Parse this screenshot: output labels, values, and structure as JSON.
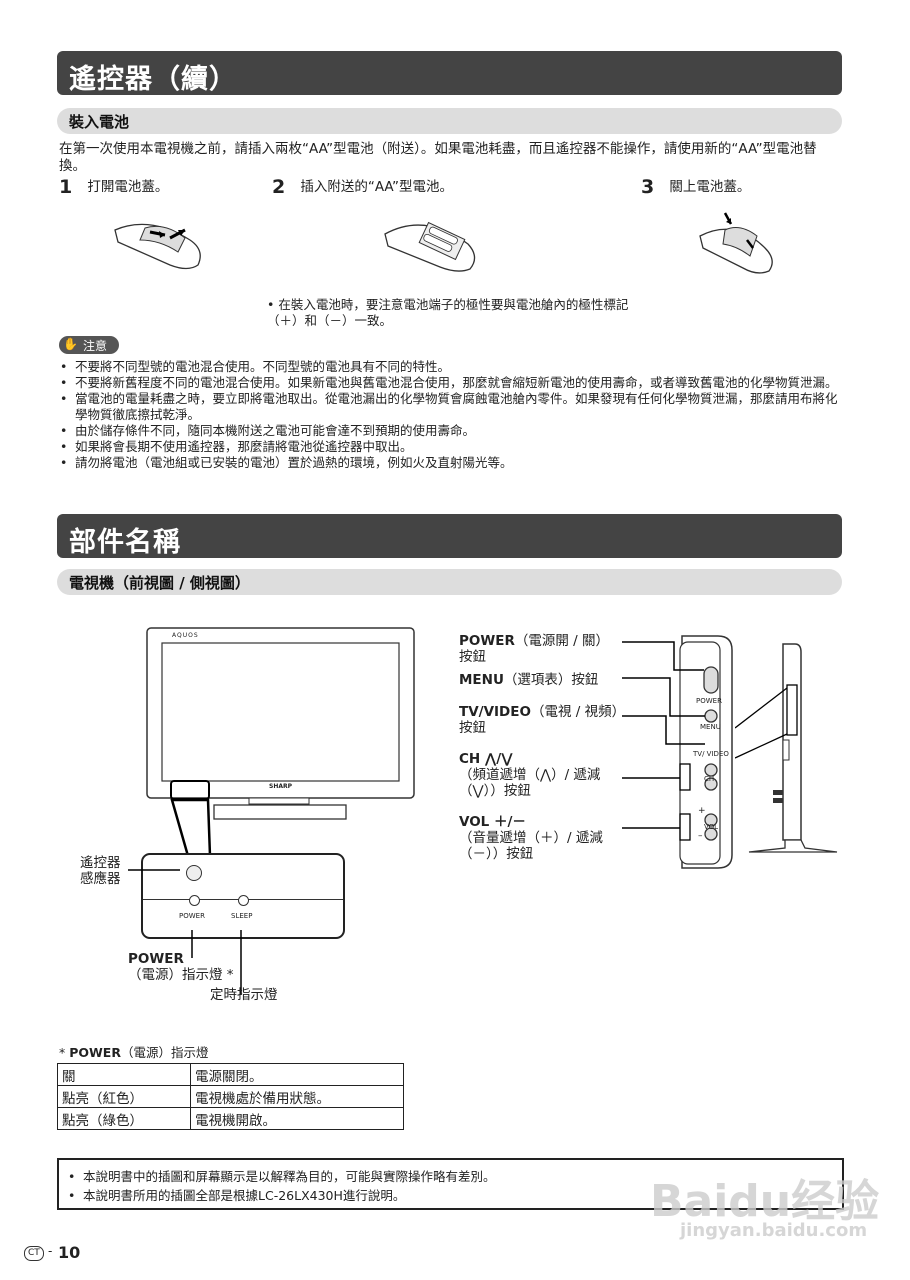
{
  "section1": {
    "title": "遙控器（續）",
    "subtitle": "裝入電池",
    "intro": "在第一次使用本電視機之前，請插入兩枚“AA”型電池（附送）。如果電池耗盡，而且遙控器不能操作，請使用新的“AA”型電池替換。",
    "steps": [
      {
        "num": "1",
        "text": "打開電池蓋。"
      },
      {
        "num": "2",
        "text": "插入附送的“AA”型電池。"
      },
      {
        "num": "3",
        "text": "關上電池蓋。"
      }
    ],
    "polarity_note": "在裝入電池時，要注意電池端子的極性要與電池艙內的極性標記（＋）和（－）一致。",
    "caution_label": "注意",
    "cautions": [
      "不要將不同型號的電池混合使用。不同型號的電池具有不同的特性。",
      "不要將新舊程度不同的電池混合使用。如果新電池與舊電池混合使用，那麼就會縮短新電池的使用壽命，或者導致舊電池的化學物質泄漏。",
      "當電池的電量耗盡之時，要立即將電池取出。從電池漏出的化學物質會腐蝕電池艙內零件。如果發現有任何化學物質泄漏，那麼請用布將化學物質徹底擦拭乾淨。",
      "由於儲存條件不同，隨同本機附送之電池可能會達不到預期的使用壽命。",
      "如果將會長期不使用遙控器，那麼請將電池從遙控器中取出。",
      "請勿將電池（電池組或已安裝的電池）置於過熱的環境，例如火及直射陽光等。"
    ]
  },
  "section2": {
    "title": "部件名稱",
    "subtitle": "電視機（前視圖 / 側視圖）",
    "tv_brand_top": "AQUOS",
    "tv_brand_bottom": "SHARP",
    "sensor_label_1": "遙控器",
    "sensor_label_2": "感應器",
    "panel_power": "POWER",
    "panel_sleep": "SLEEP",
    "power_led_en": "POWER",
    "power_led_cn": "（電源）指示燈 *",
    "sleep_led_cn": "定時指示燈",
    "side_labels": {
      "power_en": "POWER",
      "power_cn": "（電源開 / 關）",
      "power_cn2": "按鈕",
      "menu_en": "MENU",
      "menu_cn": "（選項表）按鈕",
      "tvvideo_en": "TV/VIDEO",
      "tvvideo_cn": "（電視 / 視頻）",
      "tvvideo_cn2": "按鈕",
      "ch_en": "CH ⋀/⋁",
      "ch_cn1": "（頻道遞增（⋀）/ 遞減",
      "ch_cn2": "（⋁））按鈕",
      "vol_en": "VOL ＋/－",
      "vol_cn1": "（音量遞增（＋）/ 遞減",
      "vol_cn2": "（－））按鈕"
    },
    "side_button_texts": {
      "power": "POWER",
      "menu": "MENU",
      "tvvideo": "TV/ VIDEO",
      "ch": "CH",
      "vol": "VOL",
      "plus": "+",
      "minus": "–"
    },
    "table_caption_star": "* ",
    "table_caption_en": "POWER",
    "table_caption_cn": "（電源）指示燈",
    "table_rows": [
      {
        "state": "關",
        "desc": "電源關閉。"
      },
      {
        "state": "點亮（紅色）",
        "desc": "電視機處於備用狀態。"
      },
      {
        "state": "點亮（綠色）",
        "desc": "電視機開啟。"
      }
    ],
    "notes": [
      "本說明書中的插圖和屏幕顯示是以解釋為目的，可能與實際操作略有差別。",
      "本說明書所用的插圖全部是根據LC-26LX430H進行說明。"
    ]
  },
  "footer": {
    "lang": "CT",
    "page": "10"
  },
  "watermark": {
    "brand": "Baidu经验",
    "url": "jingyan.baidu.com"
  }
}
